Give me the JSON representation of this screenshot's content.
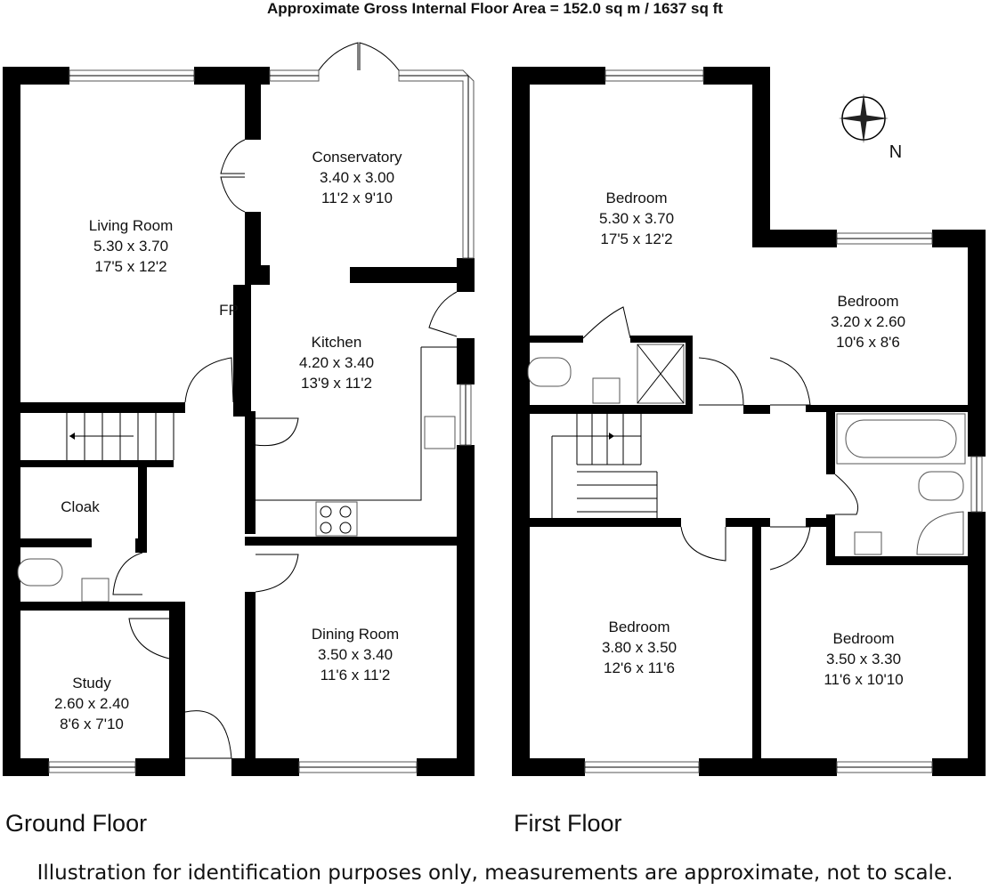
{
  "header": {
    "gross_area": "Approximate Gross Internal Floor Area  = 152.0 sq m  / 1637 sq ft"
  },
  "ground_floor": {
    "label": "Ground Floor",
    "rooms": {
      "conservatory": {
        "name": "Conservatory",
        "metric": "3.40 x 3.00",
        "imperial": "11'2 x 9'10"
      },
      "living_room": {
        "name": "Living Room",
        "metric": "5.30 x 3.70",
        "imperial": "17'5 x 12'2"
      },
      "kitchen": {
        "name": "Kitchen",
        "metric": "4.20 x 3.40",
        "imperial": "13'9 x 11'2"
      },
      "cloak": {
        "name": "Cloak"
      },
      "study": {
        "name": "Study",
        "metric": "2.60 x 2.40",
        "imperial": "8'6 x 7'10"
      },
      "dining_room": {
        "name": "Dining Room",
        "metric": "3.50 x 3.40",
        "imperial": "11'6 x 11'2"
      }
    },
    "fireplace": "FP"
  },
  "first_floor": {
    "label": "First Floor",
    "rooms": {
      "bedroom_1": {
        "name": "Bedroom",
        "metric": "5.30 x 3.70",
        "imperial": "17'5 x 12'2"
      },
      "bedroom_2": {
        "name": "Bedroom",
        "metric": "3.20 x 2.60",
        "imperial": "10'6 x 8'6"
      },
      "bedroom_3": {
        "name": "Bedroom",
        "metric": "3.80 x 3.50",
        "imperial": "12'6 x 11'6"
      },
      "bedroom_4": {
        "name": "Bedroom",
        "metric": "3.50 x 3.30",
        "imperial": "11'6 x 10'10"
      }
    },
    "compass": "N"
  },
  "disclaimer": "Illustration for identification purposes only, measurements are approximate, not to scale."
}
